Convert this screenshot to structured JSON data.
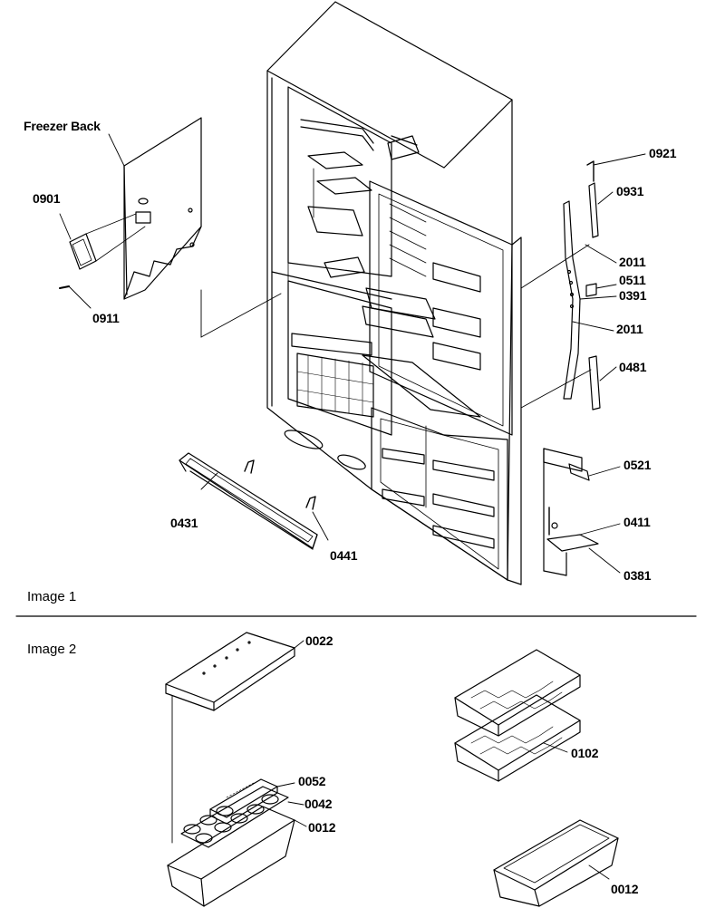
{
  "image1": {
    "section_label": "Image 1",
    "callouts": {
      "freezer_back": "Freezer Back",
      "c0901": "0901",
      "c0911": "0911",
      "c0921": "0921",
      "c0931": "0931",
      "c2011_upper": "2011",
      "c0511": "0511",
      "c0391": "0391",
      "c2011_lower": "2011",
      "c0481": "0481",
      "c0521": "0521",
      "c0411": "0411",
      "c0381": "0381",
      "c0431": "0431",
      "c0441": "0441"
    }
  },
  "image2": {
    "section_label": "Image 2",
    "callouts": {
      "c0022": "0022",
      "c0052": "0052",
      "c0042": "0042",
      "c0012_left": "0012",
      "c0102": "0102",
      "c0012_right": "0012"
    }
  }
}
